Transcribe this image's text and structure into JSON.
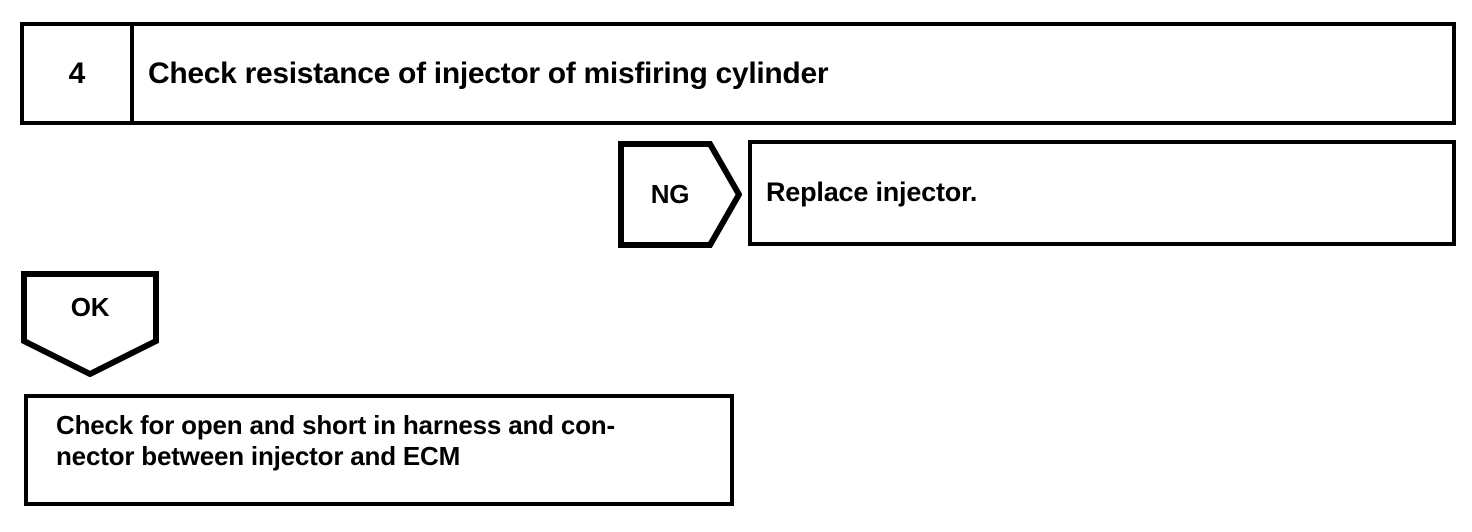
{
  "document": {
    "type": "troubleshooting-flowchart",
    "background_color": "#ffffff",
    "line_color": "#000000"
  },
  "step": {
    "number": "4",
    "title": "Check resistance of injector of misfiring cylinder"
  },
  "branches": {
    "ng": {
      "label": "NG",
      "result": "Replace injector."
    },
    "ok": {
      "label": "OK",
      "result": "Check for open and short in harness and con-\nnector between injector and ECM"
    }
  }
}
